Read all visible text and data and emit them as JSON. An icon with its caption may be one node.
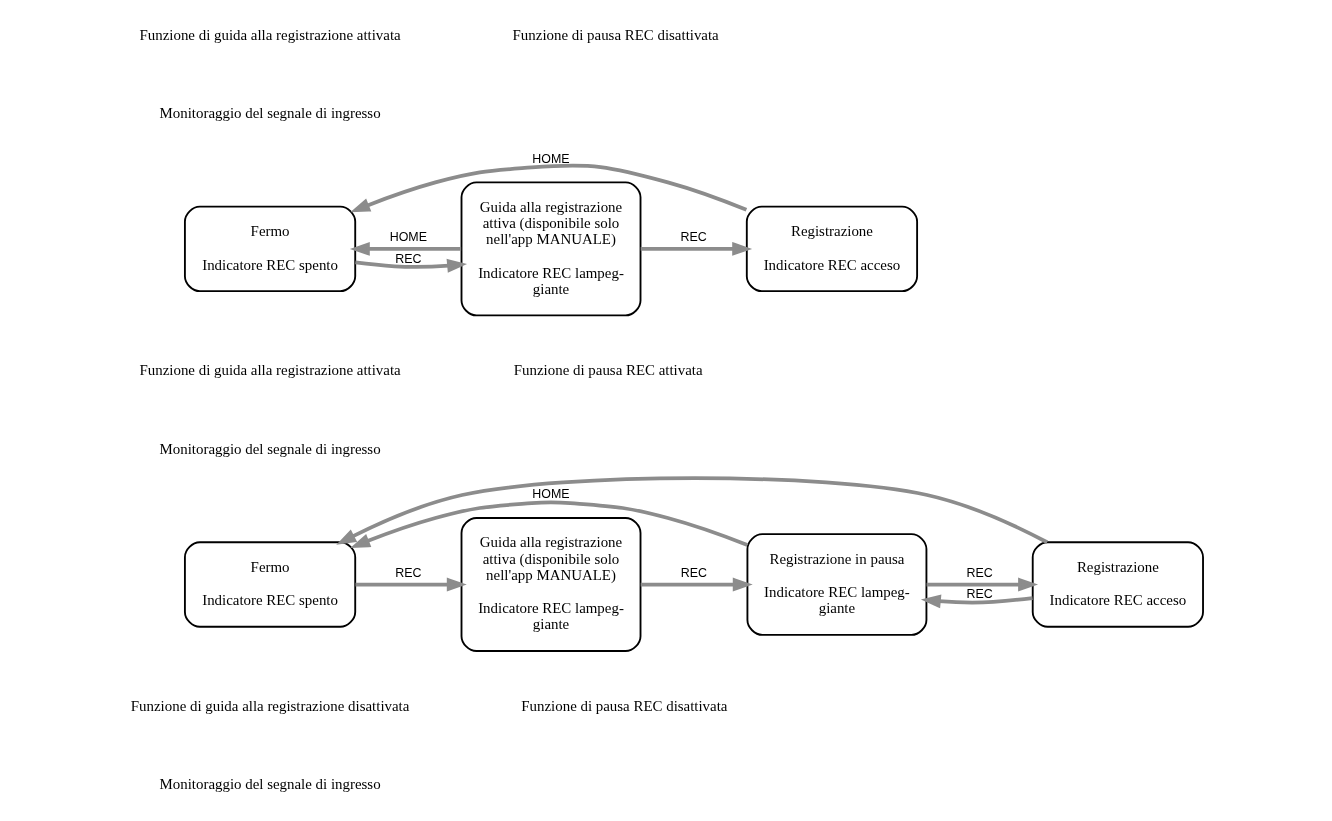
{
  "diagram": {
    "nodes": [
      {
        "text": [
          "Fermo",
          "Indicatore REC spento"
        ]
      },
      {
        "text": [
          "Guida alla registrazione attiva (disponibile solo nell'app MANUALE)",
          "Indicatore REC lampeg- giante"
        ]
      },
      {
        "text": [
          "Registrazione",
          "Indicatore REC acceso"
        ]
      },
      {
        "text": [
          "Fermo",
          "Indicatore REC spento"
        ]
      },
      {
        "text": [
          "Guida alla registrazione attiva (disponibile solo nell'app MANUALE)",
          "Indicatore REC lampeg- giante"
        ]
      },
      {
        "text": [
          "Registrazione in pausa",
          "Indicatore REC lampeg- giante"
        ]
      },
      {
        "text": [
          "Registrazione",
          "Indicatore REC acceso"
        ]
      }
    ],
    "edges": [
      {
        "from": 0,
        "to": 1,
        "arrow": "to",
        "label": "REC"
      },
      {
        "from": 1,
        "to": 0,
        "arrow": "to",
        "label": "HOME"
      },
      {
        "from": 1,
        "to": 2,
        "arrow": "to",
        "label": "REC"
      },
      {
        "from": 2,
        "to": 0,
        "arrow": "to",
        "label": "HOME"
      },
      {
        "from": 3,
        "to": 4,
        "arrow": "to",
        "label": "REC"
      },
      {
        "from": 4,
        "to": 5,
        "arrow": "to",
        "label": "REC"
      },
      {
        "from": 5,
        "to": 6,
        "arrow": "to",
        "label": "REC"
      },
      {
        "from": 6,
        "to": 5,
        "arrow": "to",
        "label": "REC"
      },
      {
        "from": 5,
        "to": 3,
        "arrow": "to",
        "label": "HOME"
      },
      {
        "from": 6,
        "to": 3,
        "arrow": "to"
      }
    ],
    "labels": [
      "Funzione di guida alla registrazione attivata",
      "Funzione di pausa REC disattivata",
      "Monitoraggio del segnale di ingresso",
      "Funzione di guida alla registrazione attivata",
      "Funzione di pausa REC attivata",
      "Monitoraggio del segnale di ingresso",
      "Funzione di guida alla registrazione disattivata",
      "Funzione di pausa REC disattivata",
      "Monitoraggio del segnale di ingresso"
    ]
  }
}
